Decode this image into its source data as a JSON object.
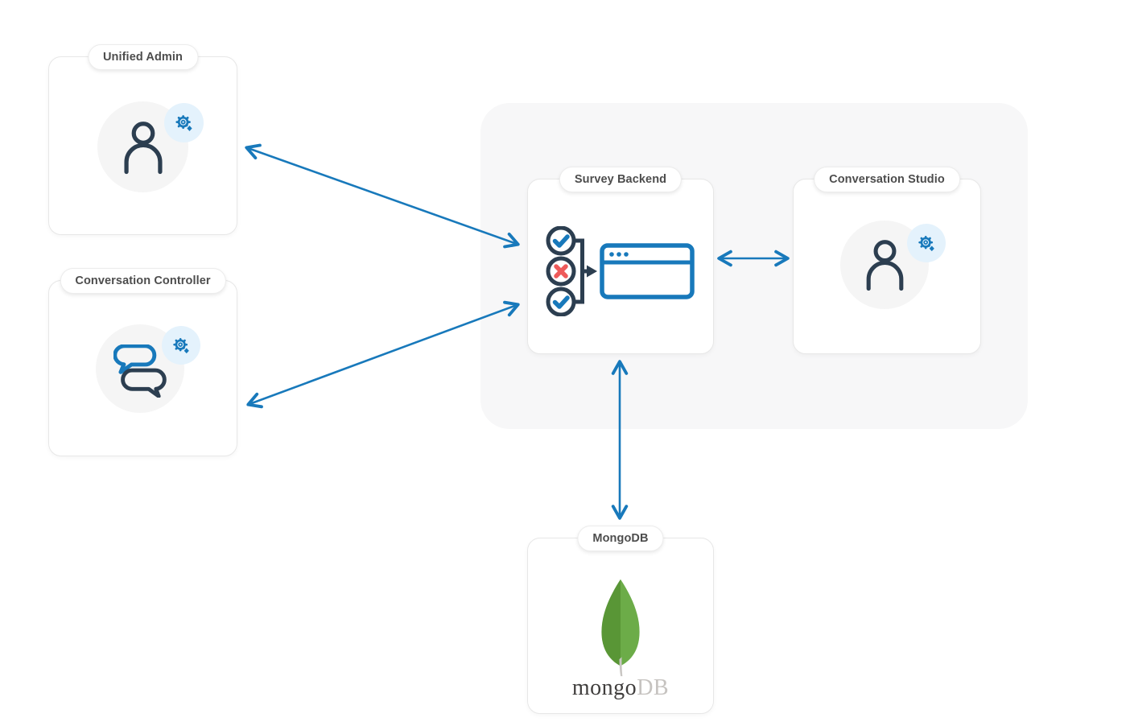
{
  "diagram": {
    "kind": "architecture-diagram",
    "nodes": {
      "unified_admin": {
        "label": "Unified Admin",
        "icon": "user-gear-icon"
      },
      "conversation_controller": {
        "label": "Conversation Controller",
        "icon": "chat-bubbles-gear-icon"
      },
      "survey_backend": {
        "label": "Survey Backend",
        "icon": "workflow-checks-browser-icon"
      },
      "conversation_studio": {
        "label": "Conversation Studio",
        "icon": "user-gear-icon"
      },
      "mongodb": {
        "label": "MongoDB",
        "icon": "mongodb-leaf-icon",
        "wordmark": {
          "dark": "mongo",
          "light": "DB"
        }
      }
    },
    "connections": [
      {
        "from": "unified_admin",
        "to": "survey_backend",
        "bidirectional": true
      },
      {
        "from": "conversation_controller",
        "to": "survey_backend",
        "bidirectional": true
      },
      {
        "from": "survey_backend",
        "to": "conversation_studio",
        "bidirectional": true
      },
      {
        "from": "survey_backend",
        "to": "mongodb",
        "bidirectional": true
      }
    ],
    "colors": {
      "arrow_blue": "#1879BB",
      "icon_blue": "#1879BB",
      "icon_navy": "#2C3E50",
      "error_red": "#EE5A5A",
      "badge_bg": "#E4F2FC",
      "circle_bg": "#F5F5F5",
      "group_bg": "#F7F7F8",
      "mongo_green_dark": "#599636",
      "mongo_green_light": "#6CAC48",
      "mongo_text_dark": "#403E3D",
      "mongo_text_light": "#C6C3C0"
    }
  }
}
